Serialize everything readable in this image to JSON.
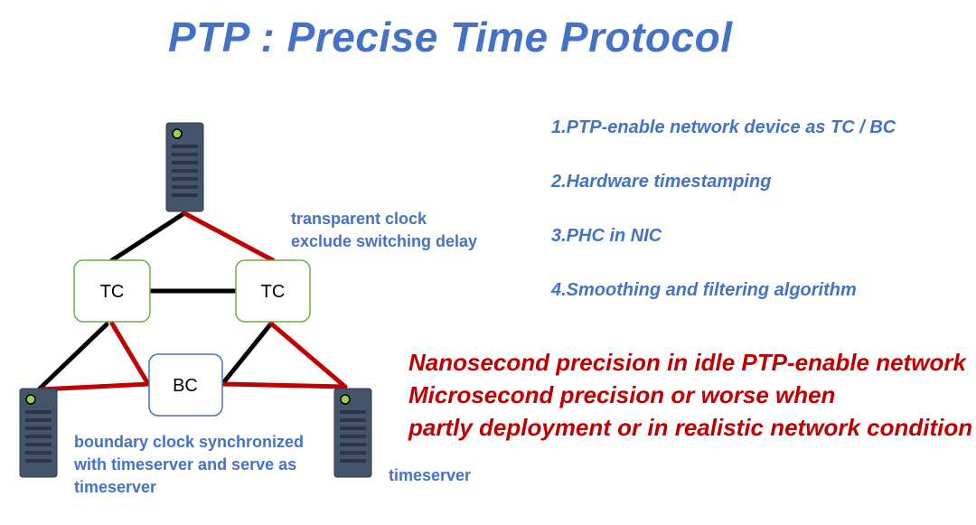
{
  "title": "PTP : Precise Time Protocol",
  "diagram": {
    "nodes": {
      "tc_left": "TC",
      "tc_right": "TC",
      "bc": "BC"
    },
    "notes": {
      "transparent_clock": [
        "transparent clock",
        "exclude switching delay"
      ],
      "boundary_clock": [
        "boundary clock synchronized",
        "with timeserver and serve as",
        "timeserver"
      ],
      "timeserver": "timeserver"
    }
  },
  "points": [
    "1.PTP-enable network device as TC / BC",
    "2.Hardware timestamping",
    "3.PHC in NIC",
    "4.Smoothing and filtering algorithm"
  ],
  "conclusion": [
    "Nanosecond precision in idle PTP-enable network",
    "Microsecond precision or worse when",
    "partly deployment or in realistic network condition"
  ],
  "colors": {
    "accent_blue": "#4472C4",
    "emphasis_red": "#C00000",
    "link_red": "#C00000",
    "link_black": "#000000",
    "tc_border": "#70AD47",
    "bc_border": "#4472C4",
    "server_body": "#44546A",
    "server_led": "#92D050"
  }
}
